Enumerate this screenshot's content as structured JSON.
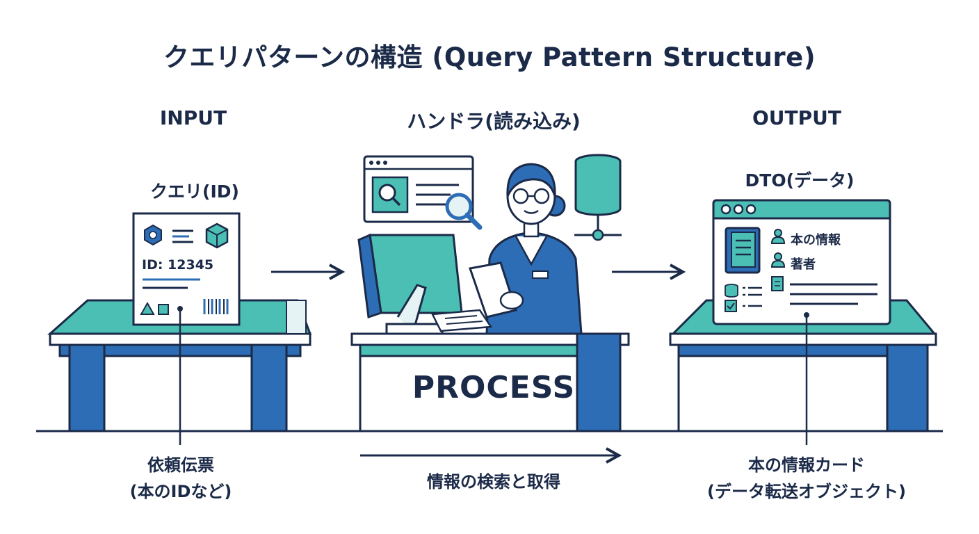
{
  "title": "クエリパターンの構造 (Query Pattern Structure)",
  "input": {
    "heading": "INPUT",
    "label": "クエリ(ID)",
    "card_id": "ID: 12345",
    "caption_line1": "依頼伝票",
    "caption_line2": "(本のIDなど)"
  },
  "handler": {
    "heading": "ハンドラ(読み込み)",
    "desk_label": "PROCESS",
    "caption": "情報の検索と取得"
  },
  "output": {
    "heading": "OUTPUT",
    "label": "DTO(データ)",
    "field_book_info": "本の情報",
    "field_author": "著者",
    "caption_line1": "本の情報カード",
    "caption_line2": "(データ転送オブジェクト)"
  },
  "colors": {
    "navy": "#1b2a48",
    "blue": "#2d6db5",
    "teal": "#4bbfb4",
    "light_teal": "#e6f3f4"
  }
}
